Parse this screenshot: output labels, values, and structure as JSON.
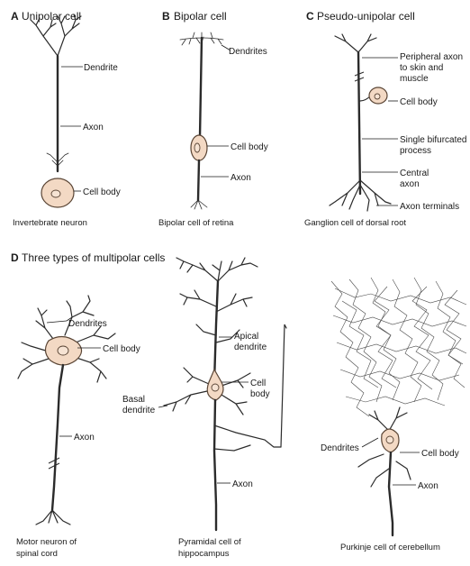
{
  "panels": {
    "A": {
      "letter": "A",
      "title": "Unipolar cell",
      "labels": {
        "dendrite": "Dendrite",
        "axon": "Axon",
        "cell_body": "Cell body"
      },
      "caption": "Invertebrate neuron"
    },
    "B": {
      "letter": "B",
      "title": "Bipolar cell",
      "labels": {
        "dendrites": "Dendrites",
        "cell_body": "Cell body",
        "axon": "Axon"
      },
      "caption": "Bipolar cell of retina"
    },
    "C": {
      "letter": "C",
      "title": "Pseudo-unipolar cell",
      "labels": {
        "peripheral_1": "Peripheral axon",
        "peripheral_2": "to skin and",
        "peripheral_3": "muscle",
        "cell_body": "Cell body",
        "bifurcated_1": "Single bifurcated",
        "bifurcated_2": "process",
        "central_1": "Central",
        "central_2": "axon",
        "terminals": "Axon terminals"
      },
      "caption": "Ganglion cell of dorsal root"
    },
    "D": {
      "letter": "D",
      "title": "Three types of multipolar cells",
      "motor": {
        "labels": {
          "dendrites": "Dendrites",
          "cell_body": "Cell body",
          "axon": "Axon"
        },
        "caption_1": "Motor neuron of",
        "caption_2": "spinal cord"
      },
      "pyramidal": {
        "labels": {
          "apical_1": "Apical",
          "apical_2": "dendrite",
          "cell_1": "Cell",
          "cell_2": "body",
          "basal_1": "Basal",
          "basal_2": "dendrite",
          "axon": "Axon"
        },
        "caption_1": "Pyramidal cell of",
        "caption_2": "hippocampus"
      },
      "purkinje": {
        "labels": {
          "dendrites": "Dendrites",
          "cell_body": "Cell body",
          "axon": "Axon"
        },
        "caption": "Purkinje cell of cerebellum"
      }
    }
  },
  "colors": {
    "cell_body_fill": "#f3d9c4",
    "line": "#2b2b2b"
  }
}
